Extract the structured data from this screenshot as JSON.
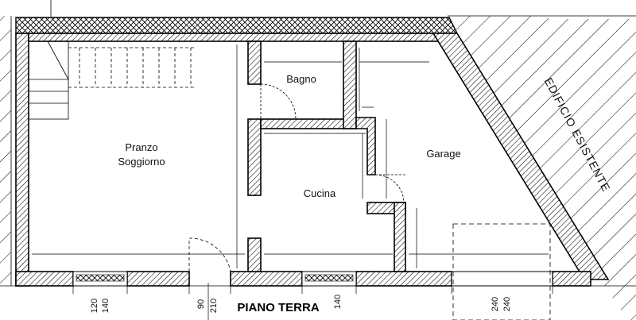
{
  "plan": {
    "rooms": {
      "soggiorno_line1": "Pranzo",
      "soggiorno_line2": "Soggiorno",
      "bagno": "Bagno",
      "cucina": "Cucina",
      "garage": "Garage"
    },
    "existing_building": "EDIFICIO ESISTENTE",
    "title": "PIANO TERRA",
    "dimensions": {
      "window1_a": "120",
      "window1_b": "140",
      "door_a": "90",
      "door_b": "210",
      "window2": "140",
      "garage_a": "240",
      "garage_b": "240"
    }
  }
}
